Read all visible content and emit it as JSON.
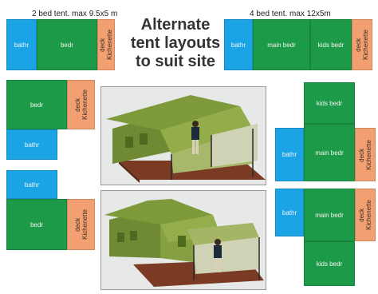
{
  "title": "Alternate tent layouts to suit site",
  "labels": {
    "tent2": "2 bed tent. max 9.5x5 m",
    "tent4": "4 bed tent. max 12x5m"
  },
  "rooms": {
    "bathroom": "bathr",
    "bedroom": "bedr",
    "deck": "deck",
    "kitchenette": "Kichenette",
    "main_bedroom": "main bedr",
    "kids_bedroom": "kids bedr"
  },
  "colors": {
    "bedroom": "#1d9a47",
    "bathroom": "#1aa4e6",
    "deck": "#f2a072",
    "canvas": "#7f9a3a",
    "floor": "#7a3a24"
  }
}
